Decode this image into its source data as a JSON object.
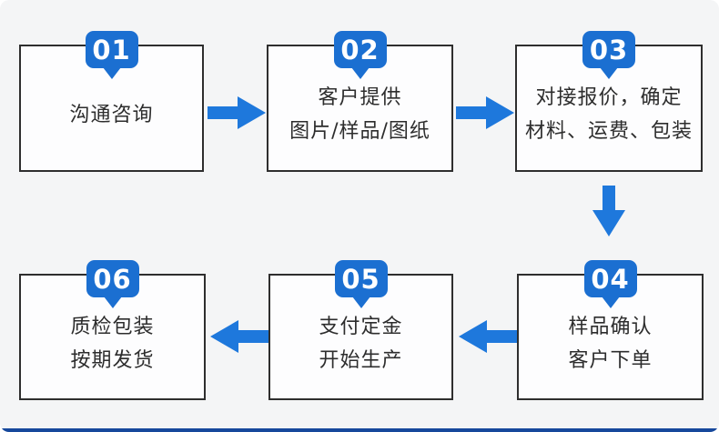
{
  "title": "custom-order-process-flow",
  "colors": {
    "badge-blue": "#1b6fd1",
    "arrow-blue": "#1e78dc",
    "box-border": "#2e2e2e",
    "box-fill": "#fdfdfe",
    "text-color": "#2d2d2d",
    "page-bg": "#f4f5f6",
    "bottom-bar": "#16489c"
  },
  "steps": [
    {
      "number": "01",
      "lines": [
        "沟通咨询"
      ]
    },
    {
      "number": "02",
      "lines": [
        "客户提供",
        "图片/样品/图纸"
      ]
    },
    {
      "number": "03",
      "lines": [
        "对接报价，确定",
        "材料、运费、包装"
      ]
    },
    {
      "number": "04",
      "lines": [
        "样品确认",
        "客户下单"
      ]
    },
    {
      "number": "05",
      "lines": [
        "支付定金",
        "开始生产"
      ]
    },
    {
      "number": "06",
      "lines": [
        "质检包装",
        "按期发货"
      ]
    }
  ],
  "flow": {
    "row1_direction": "left-to-right",
    "row2_direction": "right-to-left",
    "connector_03_to_04": "down"
  }
}
